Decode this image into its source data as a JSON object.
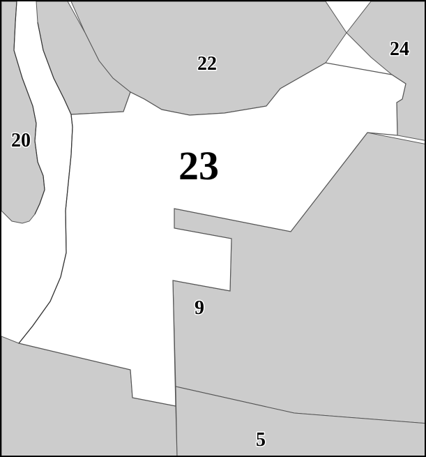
{
  "map": {
    "colors": {
      "neighbor_fill": "#cccccc",
      "selected_fill": "#ffffff",
      "boundary": "#555555",
      "frame": "#000000",
      "label": "#000000"
    },
    "selected_district": "23",
    "districts": [
      {
        "id": "district-20",
        "label": "20"
      },
      {
        "id": "district-22",
        "label": "22"
      },
      {
        "id": "district-23",
        "label": "23"
      },
      {
        "id": "district-24",
        "label": "24"
      },
      {
        "id": "district-9",
        "label": "9"
      },
      {
        "id": "district-5",
        "label": "5"
      }
    ]
  }
}
